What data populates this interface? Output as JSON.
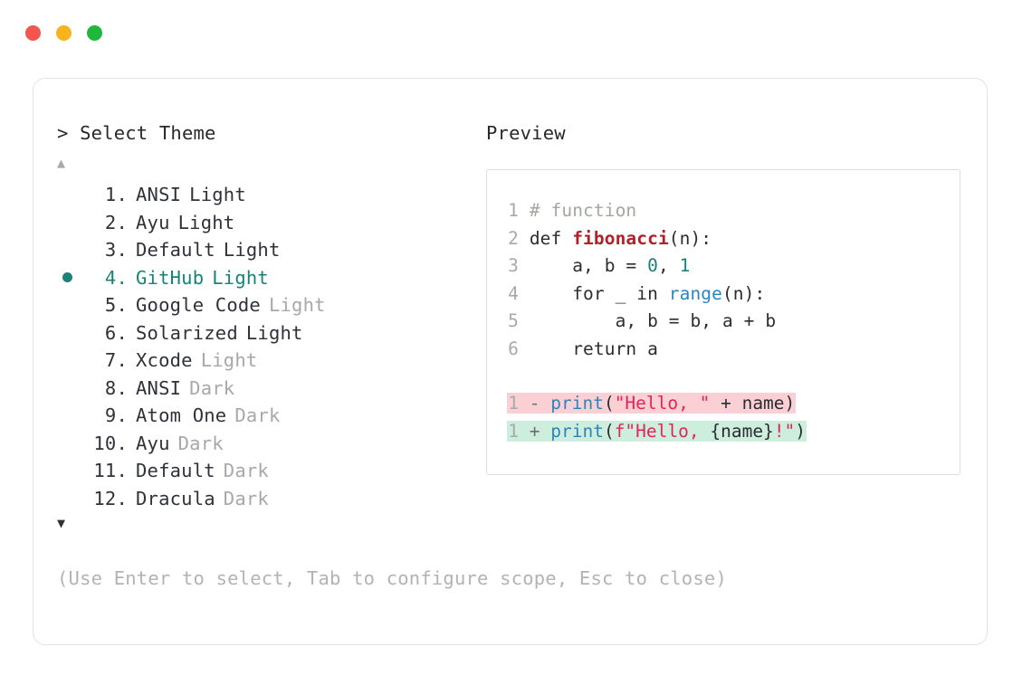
{
  "window": {
    "buttons": [
      {
        "name": "close",
        "color": "#f4564f"
      },
      {
        "name": "minimize",
        "color": "#f5b31c"
      },
      {
        "name": "maximize",
        "color": "#1fb83a"
      }
    ]
  },
  "prompt": {
    "heading": "> Select Theme",
    "scroll_up": "▲",
    "scroll_down": "▼"
  },
  "preview": {
    "heading": "Preview"
  },
  "themes": [
    {
      "index": "1.",
      "name": "ANSI",
      "variant": "Light",
      "variant_muted": false,
      "selected": false
    },
    {
      "index": "2.",
      "name": "Ayu",
      "variant": "Light",
      "variant_muted": false,
      "selected": false
    },
    {
      "index": "3.",
      "name": "Default",
      "variant": "Light",
      "variant_muted": false,
      "selected": false
    },
    {
      "index": "4.",
      "name": "GitHub",
      "variant": "Light",
      "variant_muted": false,
      "selected": true
    },
    {
      "index": "5.",
      "name": "Google Code",
      "variant": "Light",
      "variant_muted": true,
      "selected": false
    },
    {
      "index": "6.",
      "name": "Solarized",
      "variant": "Light",
      "variant_muted": false,
      "selected": false
    },
    {
      "index": "7.",
      "name": "Xcode",
      "variant": "Light",
      "variant_muted": true,
      "selected": false
    },
    {
      "index": "8.",
      "name": "ANSI",
      "variant": "Dark",
      "variant_muted": true,
      "selected": false
    },
    {
      "index": "9.",
      "name": "Atom One",
      "variant": "Dark",
      "variant_muted": true,
      "selected": false
    },
    {
      "index": "10.",
      "name": "Ayu",
      "variant": "Dark",
      "variant_muted": true,
      "selected": false
    },
    {
      "index": "11.",
      "name": "Default",
      "variant": "Dark",
      "variant_muted": true,
      "selected": false
    },
    {
      "index": "12.",
      "name": "Dracula",
      "variant": "Dark",
      "variant_muted": true,
      "selected": false
    }
  ],
  "code": {
    "lines": [
      {
        "no": "1",
        "tokens": [
          {
            "t": "# function",
            "c": "comment"
          }
        ]
      },
      {
        "no": "2",
        "tokens": [
          {
            "t": "def ",
            "c": "plain"
          },
          {
            "t": "fibonacci",
            "c": "func"
          },
          {
            "t": "(n):",
            "c": "plain"
          }
        ]
      },
      {
        "no": "3",
        "tokens": [
          {
            "t": "    a, b = ",
            "c": "plain"
          },
          {
            "t": "0",
            "c": "num"
          },
          {
            "t": ", ",
            "c": "plain"
          },
          {
            "t": "1",
            "c": "num"
          }
        ]
      },
      {
        "no": "4",
        "tokens": [
          {
            "t": "    for _ in ",
            "c": "plain"
          },
          {
            "t": "range",
            "c": "builtin"
          },
          {
            "t": "(n):",
            "c": "plain"
          }
        ]
      },
      {
        "no": "5",
        "tokens": [
          {
            "t": "        a, b = b, a + b",
            "c": "plain"
          }
        ]
      },
      {
        "no": "6",
        "tokens": [
          {
            "t": "    return a",
            "c": "plain"
          }
        ]
      }
    ],
    "diff": [
      {
        "no": "1",
        "sign": "-",
        "kind": "removed",
        "tokens": [
          {
            "t": "print",
            "c": "builtin"
          },
          {
            "t": "(",
            "c": "plain"
          },
          {
            "t": "\"Hello, \"",
            "c": "str"
          },
          {
            "t": " + name)",
            "c": "plain"
          }
        ]
      },
      {
        "no": "1",
        "sign": "+",
        "kind": "added",
        "tokens": [
          {
            "t": "print",
            "c": "builtin"
          },
          {
            "t": "(",
            "c": "plain"
          },
          {
            "t": "f\"Hello, ",
            "c": "str"
          },
          {
            "t": "{name}",
            "c": "plain"
          },
          {
            "t": "!\"",
            "c": "str"
          },
          {
            "t": ")",
            "c": "plain"
          }
        ]
      }
    ]
  },
  "hint": "(Use Enter to select, Tab to configure scope, Esc to close)"
}
